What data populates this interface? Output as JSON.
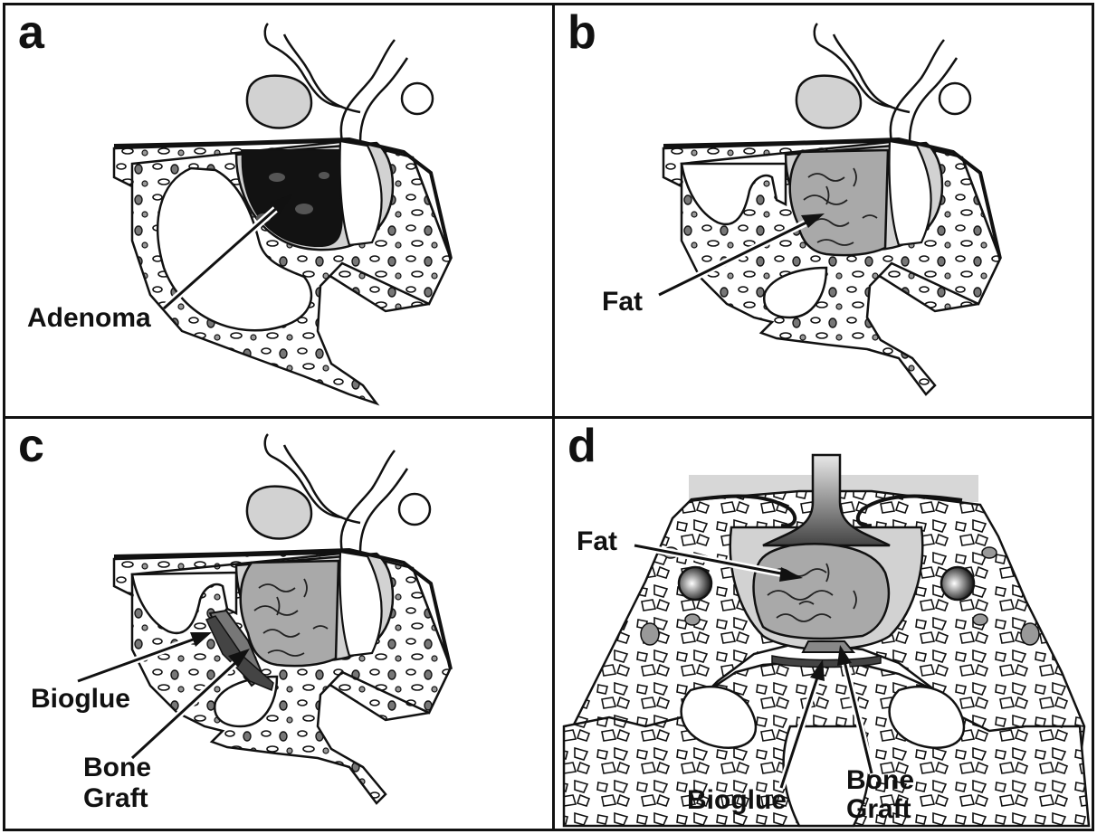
{
  "panels": {
    "a": {
      "letter": "a",
      "label": "Adenoma"
    },
    "b": {
      "letter": "b",
      "label": "Fat"
    },
    "c": {
      "letter": "c",
      "label_bioglue": "Bioglue",
      "label_bone_1": "Bone",
      "label_bone_2": "Graft"
    },
    "d": {
      "letter": "d",
      "label_fat": "Fat",
      "label_bioglue": "Bioglue",
      "label_bone_1": "Bone",
      "label_bone_2": "Graft"
    }
  },
  "colors": {
    "ink": "#111111",
    "bone": "#ffffff",
    "soft_tissue": "#d2d2d2",
    "fat": "#a9a9a9",
    "adenoma": "#121212",
    "graft": "#555555"
  }
}
